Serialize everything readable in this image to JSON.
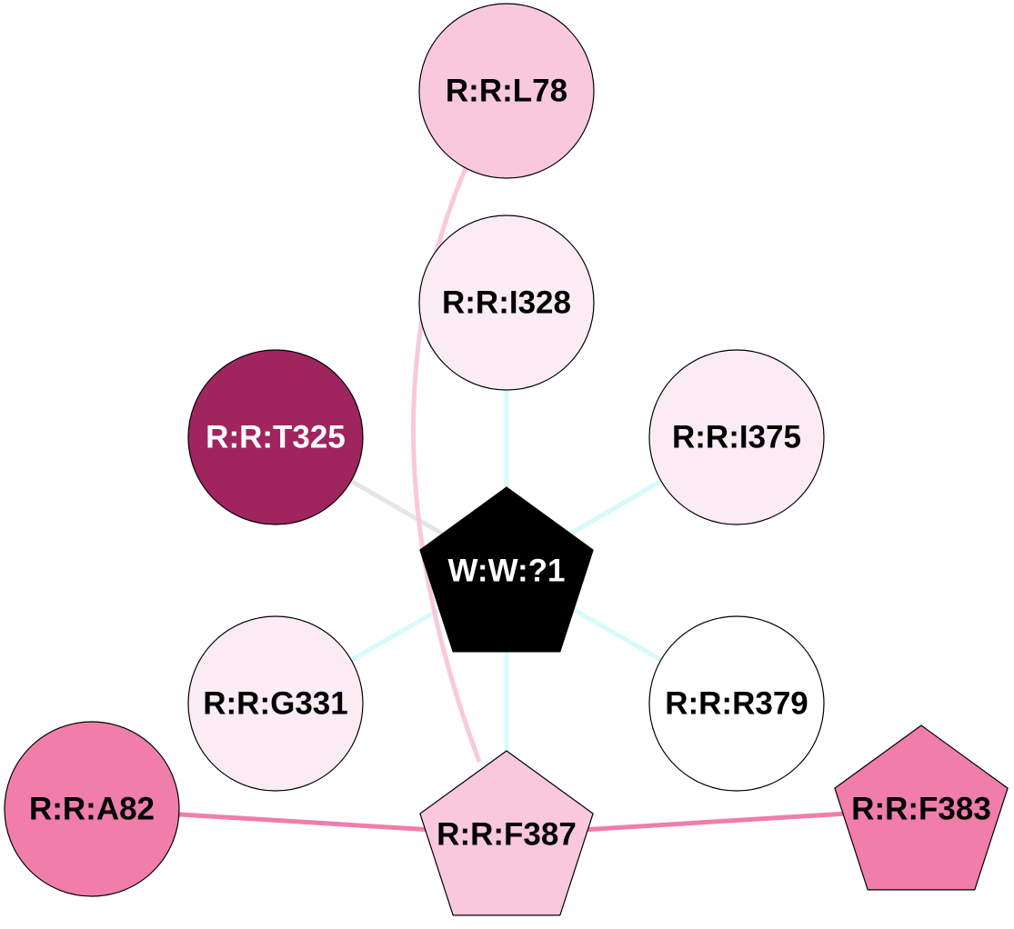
{
  "graph": {
    "type": "residue-interaction-network",
    "nodes": [
      {
        "id": "W:W:?1",
        "label": "W:W:?1",
        "shape": "pentagon",
        "fill": "#000000",
        "text_color": "#ffffff"
      },
      {
        "id": "R:R:L78",
        "label": "R:R:L78",
        "shape": "circle",
        "fill": "#f9c8dd",
        "text_color": "#000000"
      },
      {
        "id": "R:R:I328",
        "label": "R:R:I328",
        "shape": "circle",
        "fill": "#fbebf3",
        "text_color": "#000000"
      },
      {
        "id": "R:R:T325",
        "label": "R:R:T325",
        "shape": "circle",
        "fill": "#a0245e",
        "text_color": "#ffffff"
      },
      {
        "id": "R:R:I375",
        "label": "R:R:I375",
        "shape": "circle",
        "fill": "#fbebf3",
        "text_color": "#000000"
      },
      {
        "id": "R:R:G331",
        "label": "R:R:G331",
        "shape": "circle",
        "fill": "#fbebf3",
        "text_color": "#000000"
      },
      {
        "id": "R:R:R379",
        "label": "R:R:R379",
        "shape": "circle",
        "fill": "#ffffff",
        "text_color": "#000000"
      },
      {
        "id": "R:R:A82",
        "label": "R:R:A82",
        "shape": "circle",
        "fill": "#f07daa",
        "text_color": "#000000"
      },
      {
        "id": "R:R:F387",
        "label": "R:R:F387",
        "shape": "pentagon",
        "fill": "#f9c8dd",
        "text_color": "#000000"
      },
      {
        "id": "R:R:F383",
        "label": "R:R:F383",
        "shape": "pentagon",
        "fill": "#f07daa",
        "text_color": "#000000"
      }
    ],
    "edges": [
      {
        "source": "W:W:?1",
        "target": "R:R:I328",
        "color": "#d6fbfb",
        "curved": false
      },
      {
        "source": "W:W:?1",
        "target": "R:R:T325",
        "color": "#e5e5e5",
        "curved": false
      },
      {
        "source": "W:W:?1",
        "target": "R:R:I375",
        "color": "#d6fbfb",
        "curved": false
      },
      {
        "source": "W:W:?1",
        "target": "R:R:G331",
        "color": "#d6fbfb",
        "curved": false
      },
      {
        "source": "W:W:?1",
        "target": "R:R:R379",
        "color": "#d6fbfb",
        "curved": false
      },
      {
        "source": "W:W:?1",
        "target": "R:R:F387",
        "color": "#d6fbfb",
        "curved": false
      },
      {
        "source": "R:R:L78",
        "target": "R:R:F387",
        "color": "#f9c8dd",
        "curved": true
      },
      {
        "source": "R:R:A82",
        "target": "R:R:F387",
        "color": "#f07daa",
        "curved": false
      },
      {
        "source": "R:R:F387",
        "target": "R:R:F383",
        "color": "#f07daa",
        "curved": false
      }
    ]
  }
}
